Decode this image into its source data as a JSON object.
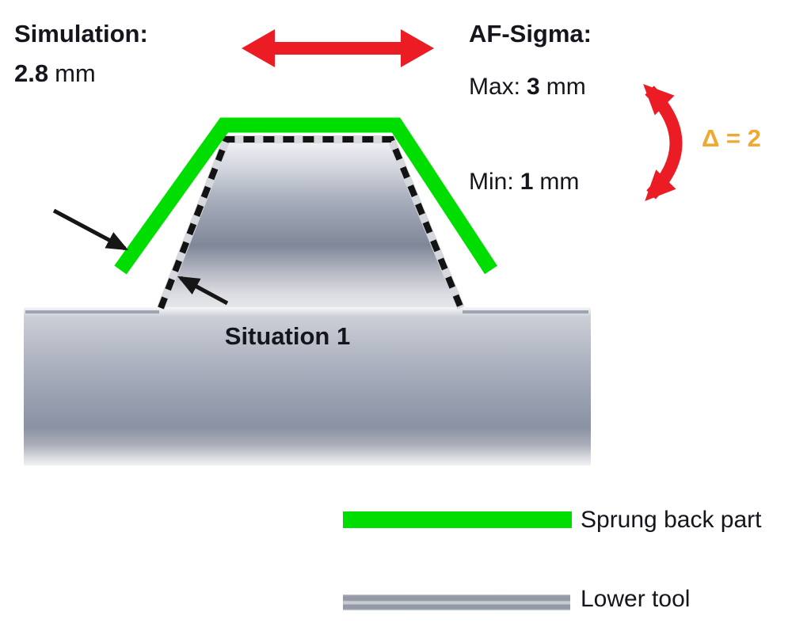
{
  "simulation": {
    "label": "Simulation:",
    "value": "2.8",
    "unit": "mm"
  },
  "af_sigma": {
    "title": "AF-Sigma:",
    "max_label": "Max:",
    "max_value": "3",
    "max_unit": "mm",
    "min_label": "Min:",
    "min_value": "1",
    "min_unit": "mm",
    "delta": "Δ = 2"
  },
  "diagram": {
    "situation": "Situation 1"
  },
  "legend": {
    "sprung_label": "Sprung back part",
    "lower_label": "Lower tool"
  },
  "colors": {
    "green": "#00DD00",
    "red": "#EB1C24",
    "orange": "#F0A830",
    "text": "#15151D"
  }
}
